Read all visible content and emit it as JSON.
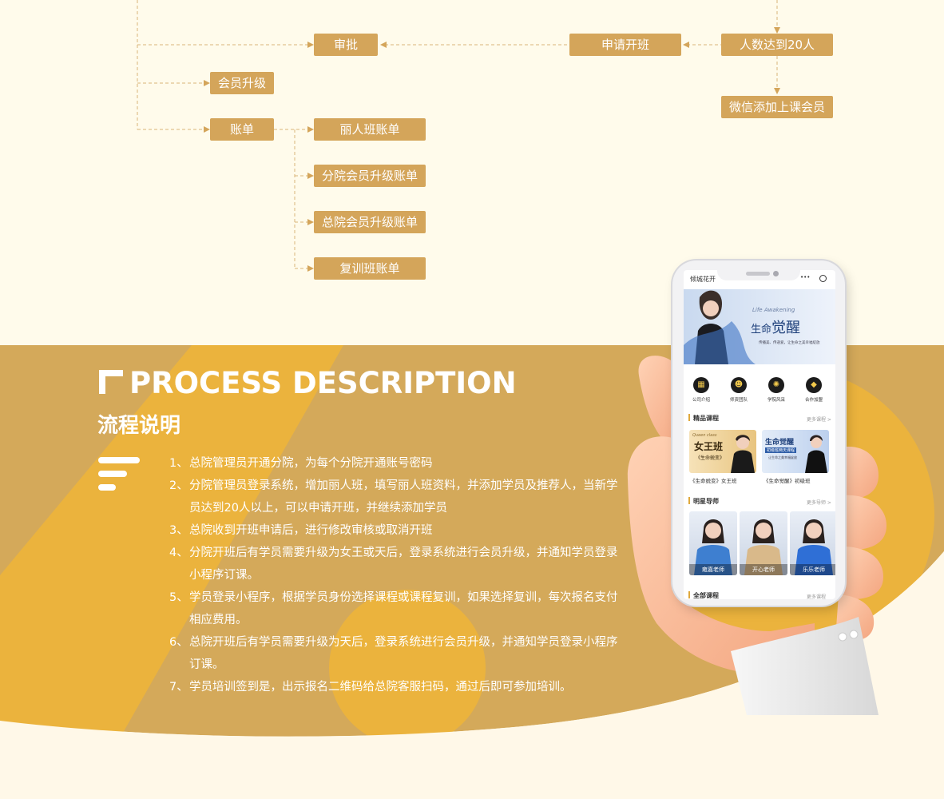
{
  "flow": {
    "boxes": {
      "approve": "审批",
      "apply_class": "申请开班",
      "reach_20": "人数达到20人",
      "member_upgrade": "会员升级",
      "wechat_add": "微信添加上课会员",
      "bill": "账单",
      "beauty_bill": "丽人班账单",
      "branch_upgrade_bill": "分院会员升级账单",
      "head_upgrade_bill": "总院会员升级账单",
      "retrain_bill": "复训班账单"
    }
  },
  "section": {
    "title_en": "PROCESS DESCRIPTION",
    "title_cn": "流程说明"
  },
  "steps": [
    {
      "num": "1、",
      "text": "总院管理员开通分院，为每个分院开通账号密码"
    },
    {
      "num": "2、",
      "text": "分院管理员登录系统，增加丽人班，填写丽人班资料，并添加学员及推荐人，当新学员达到20人以上，可以申请开班，并继续添加学员"
    },
    {
      "num": "3、",
      "text": "总院收到开班申请后，进行修改审核或取消开班"
    },
    {
      "num": "4、",
      "text": "分院开班后有学员需要升级为女王或天后，登录系统进行会员升级，并通知学员登录小程序订课。"
    },
    {
      "num": "5、",
      "text": "学员登录小程序，根据学员身份选择课程或课程复训，如果选择复训，每次报名支付相应费用。"
    },
    {
      "num": "6、",
      "text": "总院开班后有学员需要升级为天后，登录系统进行会员升级，并通知学员登录小程序订课。"
    },
    {
      "num": "7、",
      "text": "学员培训签到是，出示报名二维码给总院客服扫码，通过后即可参加培训。"
    }
  ],
  "phone": {
    "app_title": "倾城花开",
    "menu_dots": "•••",
    "banner": {
      "script_text": "Life Awakening",
      "title_small": "生命",
      "title_big": "觉醒",
      "slogan": "传播美、传递爱，让生命之美幸福绽放"
    },
    "nav": [
      {
        "label": "公司介绍",
        "icon": "building-icon"
      },
      {
        "label": "师资团队",
        "icon": "team-icon"
      },
      {
        "label": "学院风采",
        "icon": "sun-icon"
      },
      {
        "label": "合作加盟",
        "icon": "handshake-icon"
      }
    ],
    "courses_section": {
      "title": "精品课程",
      "more": "更多课程 >"
    },
    "courses": [
      {
        "card_title": "女王班",
        "card_sub": "《生命蜕变》",
        "card_script": "Queen class",
        "caption": "《生命蜕变》女王班"
      },
      {
        "card_title": "生命觉醒",
        "card_sub": "初级班两天课程",
        "card_slogan": "让生命之美幸福绽放",
        "caption": "《生命觉醒》初级班"
      }
    ],
    "teachers_section": {
      "title": "明星导师",
      "more": "更多导师 >"
    },
    "teachers": [
      {
        "name": "雍嘉老师"
      },
      {
        "name": "开心老师"
      },
      {
        "name": "乐乐老师"
      }
    ],
    "all_courses_section": {
      "title": "全部课程",
      "more": "更多课程"
    }
  },
  "colors": {
    "flow_box": "#d4a55a",
    "flow_line": "#d9b57a",
    "band_mustard": "#d4a95a",
    "band_yellow": "#ebb33d",
    "page_bg": "#fffbeb"
  }
}
